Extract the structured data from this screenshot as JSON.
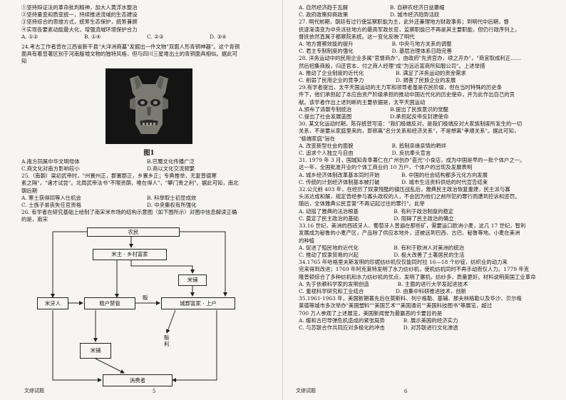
{
  "left_page": {
    "lines_top": [
      "①坚持辩证法的革命批判精神，加大人黄浮水整治",
      "②坚持量变和质变统一，持续推进流域的生态建设",
      "③坚持综合的思维方式，统筹生态保护，统筹兼顾",
      "④实现各要素动能最大化，增强流域环境保护合力"
    ],
    "q23_options": [
      "A. ①②",
      "B. ①④",
      "C. ②③",
      "D. ③④"
    ],
    "q24_lines": [
      "24.考古工作者曾在江西省新干县\"大洋洲商墓\"发掘出一件文物\"双面人形青铜神器\"。这个青铜",
      "面具有着显著区别于河南殷墟文物的独特风格，但与四川三星堆出土的青铜面具相似。据此可",
      "知"
    ],
    "figure_caption": "图1",
    "q24_options": [
      "A.南方同属中华文明母体",
      "B.巴蜀文化传播广泛",
      "C.商文化对南方影响较小",
      "D.商以文化交流频繁"
    ],
    "q25_lines": [
      "25.（南朝）梁初武帝时，\"州置州正，郡置郡正，乡置乡正；专典推举，无复普德寒",
      "素之隔\"，\"诸才试尝\"。北周武帝法书\"不限资荫，唯在得人\"，\"攀门贵之利\"。据此可知，南北",
      "朝后期"
    ],
    "q25_options": [
      "A. 寒士获得同等入仕机会",
      "B. 科举取士初显成效",
      "C. 士族子弟丧失任官资格",
      "D. 中央集权有所强化"
    ],
    "q26_lines": [
      "26. 有学者在研究基础上绘制了南宋米市场的结构示意图（如下图所示）对图中信息解读正确",
      "的是，南宋"
    ],
    "diagram": {
      "nongmin": "农民",
      "mizhu": "米主 · 乡村富家",
      "mipu": "米铺",
      "miyaren": "米牙人",
      "zhuhu": "粗户禁管",
      "chengfang": "城郡富家 · 上户",
      "fan": "贩",
      "mixing": "米铺",
      "xiaofeizhe": "消费者",
      "fanli": "贩利"
    },
    "footer": "文综试题",
    "page_number": "5"
  },
  "right_page": {
    "lines": [
      "A. 自然经济趋于瓦解                         B. 自耕农经济日益萎缩",
      "C. 政府政策抑商政策                         D. 城市经济趋势活跃",
      "27. 明代前期，朝廷有过行使监察职能为主，此外还兼理地方财政事务；到明代中后期，督",
      "抚逐渐演变为中央派驻地方的最高军政长官，监察职能已不再是其主要职能，但仍行政序列上，",
      "督抚依然直属于都察院系统。这一变化反映了明代",
      "A. 地方督察效能的提升                       B. 中央与地方关系的调整",
      "C. 君主专制制度的强化                       D. 基层治理体系日趋完善",
      "28. 洋务运动中的民用企业多属\"官督商办\"，由政府\"先资官办，续之开办\"，\"商宜取成利正……",
      "然后招集商股，归还官本，付之商人经理\"成\"为远近富商所知服公司\"。上述举措",
      "A. 推动了企业制度的近代化                   B. 满足了洋务运动的资金需求",
      "C. 削弱了民用企业的竞争力                   D. 捐害了民族企业的发展",
      "29.有学者提出，太平天国运动的主力军和领导者虽是农民阶级，但在当时特殊的历史条",
      "件下，他们承担起了本应由资产阶级承担的推动中国近代化的历史使命，并为此作出自己的贡",
      "献。该学者作出上述判断的主要依据是，太平天国运动",
      "A.颁布了清朝专制统治                       B.提出了民族意识的觉醒",
      "C.提出了社会发展蓝图                       D.承担起反帝反封建使命",
      "30. 某文化运动时期，陈存统曾写道：\"我们极端反对，是我们极端反对大家族制度所发生的一切",
      "关系，不是要从家庭里来的，即称离\"名分关系和经济关系\"，不是想离\"孝顺关系\"。据此可知，",
      "\"极端家庭\"旨在",
      "A. 改变新型社会的面貌                       B. 抵制亲缘亲情的羁绊",
      "C. 追求个人独立与自由                       D. 反抗奉头宣言    ",
      "31. 1979 年 3 月，国城知青拿著仁在广州创办\"荟光\"小食店，成为中国是早的一批个体户之一。",
      "这一年，全国批准开业的个体工商业约 10 万户，个体户的出现及发展表明",
      "A. 城乡经济体制改革基本同时开始             B. 中国的社会结构都多元化方向发展",
      "C. 传统的计划经济体制基本被打破             D. 城市生活资料供给的时代宣告结束",
      "32.公元前 403 年，在经历了奴隶残酷的镇压战乱后，雅典民主政治恢复重建，民主派与寡",
      "头派达成和解，规定曾经参与寡头政权的人，不会因为他们之前所犯的罪行而遭到控诉和惩罚。",
      "随后，全体雅典公民宣誓\"不再记起过往的罪行\"。此举",
      "A. 动摇了雅典的法治根基                     B. 有利于政治制度的稳定",
      "C. 奠定了民主政治的基础                     D. 阻碍了民主政治的确立",
      "33.16 世纪，美洲的西班牙人、葡萄牙人普遍在那些矿，需要运口欧洲小麦，这几 17 世纪，智利",
      "发展成为秘鲁的小麦产区，产品除了供应本地外，还被远到巴西、古巴、秘鲁等地。小麦在美洲",
      "的种植",
      "A. 促进了殖民地的近代化                     B. 有利于欧洲人对美洲的统治",
      "C. 推动了奴隶贸易的兴起                     D. 极大改善了土著居民的生活",
      "34.1765 年哈格里夫斯发明的珍妮纺纱机仅仅能同时拉 16—18 个纱锭，纺织业的动力来",
      "完来得到改进；1769 年阿克莱特发明了水力纺纱机，使机纺机同时不再手动而仅人力。1779 年克",
      "隆普顿综合了多种纺机和水力纺纱机的优点，发明了骡机，纺纱多，质量更好。材料说明英国工业革命",
      "A. 先于依赖科学家的发明创造                 B. 主面的进行大学发起进技术",
      "C. 重视科学研究和工业结合                   D. 由集中科研推进技术，创新",
      "35.1961-1963 年，美国新期著先后在莫斯科、列宁格勒、基辅、那夫林格勒以及华沙、贝尔格",
      "莱德等城市多次举办\"美国塑料\"\"美国艺术\"\"美国通讯\"\"美国科技图书\"等展览，超过",
      "700 万人参观了上述展览，美国新闻誉为最赢恶的卡要目的是",
      "A. 缓和古巴导弹危机造成的紧张局势           B. 展示美国的经济实力",
      "C. 与苏联合作共同应对多极化的冲击           D. 对苏联进行文化渗透"
    ],
    "footer": "文综试题",
    "page_number": "6"
  }
}
